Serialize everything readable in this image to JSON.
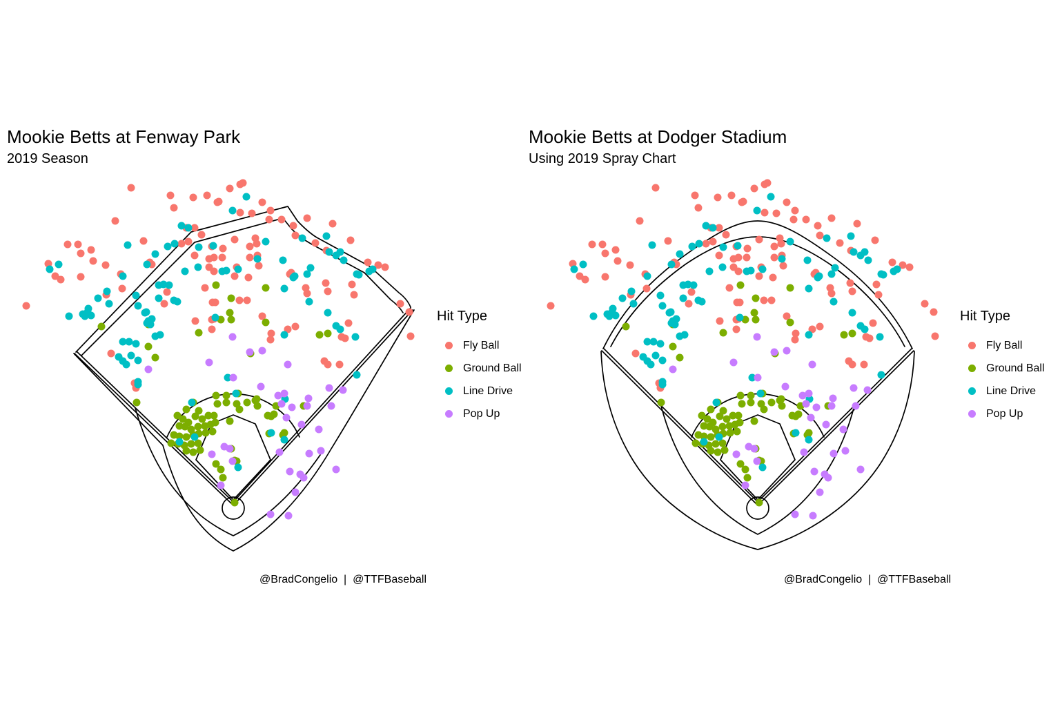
{
  "panels": [
    {
      "id": "fenway",
      "title": "Mookie Betts at Fenway Park",
      "subtitle": "2019 Season",
      "caption": "@BradCongelio  |  @TTFBaseball",
      "offset_x": 0
    },
    {
      "id": "dodger",
      "title": "Mookie Betts at Dodger Stadium",
      "subtitle": "Using 2019 Spray Chart",
      "caption": "@BradCongelio  |  @TTFBaseball",
      "offset_x": 760
    }
  ],
  "legend": {
    "title": "Hit Type",
    "items": [
      {
        "label": "Fly Ball",
        "color": "#F8766D"
      },
      {
        "label": "Ground Ball",
        "color": "#7CAE00"
      },
      {
        "label": "Line Drive",
        "color": "#00BFC4"
      },
      {
        "label": "Pop Up",
        "color": "#C77CFF"
      }
    ]
  },
  "chart_data": {
    "type": "scatter",
    "description": "Batted-ball spray chart; same 2019 batted balls drawn over both stadium outlines",
    "units": "canvas pixels of left panel; right panel adds panels.offset_x",
    "legend_position": "right of each panel",
    "series": [
      {
        "name": "Fly Ball",
        "color": "#F8766D",
        "points": [
          [
            190,
            272
          ],
          [
            247,
            283
          ],
          [
            280,
            286
          ],
          [
            300,
            283
          ],
          [
            315,
            293
          ],
          [
            333,
            273
          ],
          [
            348,
            267
          ],
          [
            352,
            265
          ],
          [
            317,
            292
          ],
          [
            252,
            301
          ],
          [
            348,
            308
          ],
          [
            365,
            309
          ],
          [
            380,
            293
          ],
          [
            392,
            305
          ],
          [
            390,
            318
          ],
          [
            408,
            318
          ],
          [
            425,
            327
          ],
          [
            428,
            341
          ],
          [
            445,
            316
          ],
          [
            482,
            324
          ],
          [
            508,
            348
          ],
          [
            533,
            380
          ],
          [
            548,
            384
          ],
          [
            558,
            387
          ],
          [
            167,
            320
          ],
          [
            208,
            349
          ],
          [
            98,
            354
          ],
          [
            113,
            354
          ],
          [
            117,
            367
          ],
          [
            132,
            362
          ],
          [
            135,
            378
          ],
          [
            153,
            384
          ],
          [
            70,
            382
          ],
          [
            80,
            400
          ],
          [
            88,
            405
          ],
          [
            117,
            401
          ],
          [
            38,
            443
          ],
          [
            177,
            418
          ],
          [
            175,
            397
          ],
          [
            154,
            427
          ],
          [
            270,
            330
          ],
          [
            282,
            330
          ],
          [
            273,
            350
          ],
          [
            263,
            353
          ],
          [
            217,
            380
          ],
          [
            220,
            383
          ],
          [
            242,
            423
          ],
          [
            238,
            440
          ],
          [
            307,
            357
          ],
          [
            310,
            373
          ],
          [
            322,
            373
          ],
          [
            303,
            387
          ],
          [
            310,
            393
          ],
          [
            297,
            417
          ],
          [
            308,
            438
          ],
          [
            283,
            465
          ],
          [
            307,
            463
          ],
          [
            340,
            347
          ],
          [
            370,
            345
          ],
          [
            372,
            353
          ],
          [
            362,
            357
          ],
          [
            362,
            373
          ],
          [
            457,
            352
          ],
          [
            473,
            363
          ],
          [
            340,
            400
          ],
          [
            360,
            402
          ],
          [
            420,
            397
          ],
          [
            292,
            340
          ],
          [
            282,
            370
          ],
          [
            303,
            375
          ],
          [
            323,
            360
          ],
          [
            343,
            387
          ],
          [
            373,
            370
          ],
          [
            375,
            385
          ],
          [
            347,
            435
          ],
          [
            358,
            435
          ],
          [
            312,
            438
          ],
          [
            307,
            477
          ],
          [
            310,
            462
          ],
          [
            380,
            458
          ],
          [
            392,
            492
          ],
          [
            393,
            483
          ],
          [
            417,
            477
          ],
          [
            428,
            473
          ],
          [
            422,
            395
          ],
          [
            443,
            417
          ],
          [
            445,
            425
          ],
          [
            472,
            410
          ],
          [
            475,
            422
          ],
          [
            510,
            412
          ],
          [
            513,
            427
          ],
          [
            500,
            490
          ],
          [
            495,
            488
          ],
          [
            492,
            528
          ],
          [
            470,
            523
          ],
          [
            475,
            528
          ],
          [
            580,
            440
          ],
          [
            593,
            452
          ],
          [
            595,
            487
          ],
          [
            505,
            468
          ],
          [
            161,
            512
          ],
          [
            197,
            562
          ],
          [
            195,
            555
          ]
        ]
      },
      {
        "name": "Ground Ball",
        "color": "#7CAE00",
        "points": [
          [
            313,
            413
          ],
          [
            385,
            417
          ],
          [
            335,
            432
          ],
          [
            333,
            453
          ],
          [
            320,
            463
          ],
          [
            288,
            482
          ],
          [
            385,
            467
          ],
          [
            463,
            485
          ],
          [
            475,
            483
          ],
          [
            147,
            473
          ],
          [
            215,
            470
          ],
          [
            215,
            502
          ],
          [
            225,
            518
          ],
          [
            363,
            512
          ],
          [
            335,
            463
          ],
          [
            198,
            583
          ],
          [
            270,
            593
          ],
          [
            280,
            583
          ],
          [
            288,
            595
          ],
          [
            313,
            573
          ],
          [
            315,
            585
          ],
          [
            328,
            583
          ],
          [
            343,
            585
          ],
          [
            347,
            593
          ],
          [
            358,
            583
          ],
          [
            370,
            580
          ],
          [
            373,
            588
          ],
          [
            388,
            602
          ],
          [
            393,
            603
          ],
          [
            257,
            602
          ],
          [
            265,
            607
          ],
          [
            273,
            612
          ],
          [
            283,
            603
          ],
          [
            293,
            607
          ],
          [
            302,
            602
          ],
          [
            310,
            602
          ],
          [
            260,
            617
          ],
          [
            268,
            618
          ],
          [
            277,
            622
          ],
          [
            287,
            618
          ],
          [
            297,
            617
          ],
          [
            305,
            615
          ],
          [
            312,
            612
          ],
          [
            252,
            630
          ],
          [
            260,
            632
          ],
          [
            270,
            633
          ],
          [
            280,
            630
          ],
          [
            288,
            628
          ],
          [
            298,
            627
          ],
          [
            308,
            625
          ],
          [
            248,
            642
          ],
          [
            258,
            643
          ],
          [
            267,
            645
          ],
          [
            277,
            643
          ],
          [
            287,
            642
          ],
          [
            270,
            653
          ],
          [
            280,
            655
          ],
          [
            290,
            652
          ],
          [
            333,
            610
          ],
          [
            335,
            650
          ],
          [
            343,
            668
          ],
          [
            313,
            672
          ],
          [
            320,
            680
          ],
          [
            323,
            692
          ],
          [
            340,
            667
          ],
          [
            390,
            628
          ],
          [
            410,
            630
          ],
          [
            397,
            600
          ],
          [
            440,
            588
          ],
          [
            328,
            573
          ],
          [
            372,
            578
          ],
          [
            345,
            570
          ],
          [
            340,
            728
          ],
          [
            400,
            588
          ],
          [
            412,
            627
          ]
        ]
      },
      {
        "name": "Line Drive",
        "color": "#00BFC4",
        "points": [
          [
            357,
            285
          ],
          [
            263,
            327
          ],
          [
            273,
            330
          ],
          [
            337,
            305
          ],
          [
            385,
            350
          ],
          [
            309,
            356
          ],
          [
            322,
            393
          ],
          [
            328,
            392
          ],
          [
            345,
            390
          ],
          [
            373,
            375
          ],
          [
            410,
            377
          ],
          [
            450,
            388
          ],
          [
            185,
            355
          ],
          [
            178,
            400
          ],
          [
            155,
            422
          ],
          [
            158,
            440
          ],
          [
            128,
            447
          ],
          [
            120,
            455
          ],
          [
            132,
            457
          ],
          [
            100,
            458
          ],
          [
            123,
            458
          ],
          [
            127,
            452
          ],
          [
            213,
            383
          ],
          [
            225,
            368
          ],
          [
            243,
            357
          ],
          [
            253,
            353
          ],
          [
            230,
            413
          ],
          [
            237,
            412
          ],
          [
            252,
            435
          ],
          [
            257,
            437
          ],
          [
            268,
            393
          ],
          [
            287,
            387
          ],
          [
            200,
            443
          ],
          [
            210,
            453
          ],
          [
            215,
            465
          ],
          [
            220,
            462
          ],
          [
            218,
            470
          ],
          [
            225,
            487
          ],
          [
            232,
            485
          ],
          [
            178,
            495
          ],
          [
            187,
            495
          ],
          [
            197,
            498
          ],
          [
            172,
            517
          ],
          [
            178,
            523
          ],
          [
            183,
            528
          ],
          [
            190,
            515
          ],
          [
            200,
            522
          ],
          [
            412,
            418
          ],
          [
            425,
            402
          ],
          [
            448,
            437
          ],
          [
            412,
            485
          ],
          [
            475,
            453
          ],
          [
            487,
            472
          ],
          [
            493,
            477
          ],
          [
            515,
            488
          ],
          [
            477,
            365
          ],
          [
            487,
            370
          ],
          [
            517,
            397
          ],
          [
            535,
            393
          ],
          [
            517,
            543
          ],
          [
            200,
            557
          ],
          [
            330,
            547
          ],
          [
            342,
            570
          ],
          [
            278,
            583
          ],
          [
            282,
            633
          ],
          [
            260,
            640
          ],
          [
            345,
            677
          ],
          [
            393,
            627
          ],
          [
            412,
            637
          ],
          [
            200,
            553
          ],
          [
            438,
            345
          ],
          [
            473,
            342
          ],
          [
            498,
            377
          ],
          [
            445,
            397
          ],
          [
            427,
            400
          ],
          [
            520,
            398
          ],
          [
            245,
            413
          ],
          [
            230,
            432
          ],
          [
            212,
            452
          ],
          [
            213,
            468
          ],
          [
            197,
            428
          ],
          [
            312,
            460
          ],
          [
            72,
            390
          ],
          [
            85,
            383
          ],
          [
            288,
            358
          ],
          [
            142,
            432
          ],
          [
            413,
            578
          ],
          [
            493,
            365
          ],
          [
            540,
            390
          ]
        ]
      },
      {
        "name": "Pop Up",
        "color": "#C77CFF",
        "points": [
          [
            337,
            488
          ],
          [
            362,
            510
          ],
          [
            380,
            508
          ],
          [
            303,
            525
          ],
          [
            417,
            528
          ],
          [
            338,
            547
          ],
          [
            378,
            560
          ],
          [
            412,
            570
          ],
          [
            447,
            577
          ],
          [
            477,
            562
          ],
          [
            497,
            565
          ],
          [
            215,
            535
          ],
          [
            403,
            573
          ],
          [
            408,
            585
          ],
          [
            423,
            590
          ],
          [
            445,
            588
          ],
          [
            480,
            588
          ],
          [
            415,
            605
          ],
          [
            437,
            615
          ],
          [
            325,
            647
          ],
          [
            333,
            650
          ],
          [
            307,
            658
          ],
          [
            337,
            668
          ],
          [
            448,
            657
          ],
          [
            465,
            653
          ],
          [
            487,
            680
          ],
          [
            420,
            683
          ],
          [
            435,
            687
          ],
          [
            428,
            713
          ],
          [
            392,
            745
          ],
          [
            418,
            747
          ],
          [
            320,
            703
          ],
          [
            405,
            655
          ],
          [
            440,
            692
          ],
          [
            462,
            622
          ]
        ]
      }
    ]
  }
}
